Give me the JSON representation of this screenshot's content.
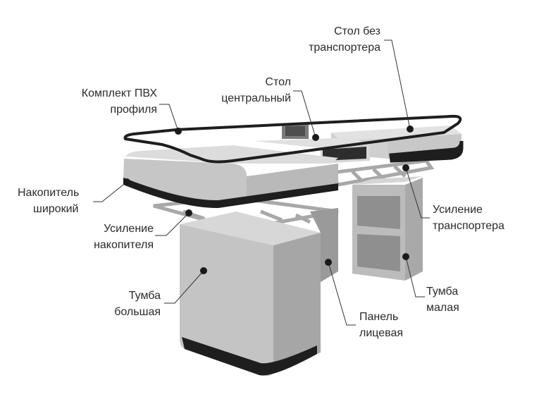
{
  "labels": {
    "table_no_conveyor": [
      "Стол без",
      "транспортера"
    ],
    "table_central": [
      "Стол",
      "центральный"
    ],
    "pvc_profile": [
      "Комплект ПВХ",
      "профиля"
    ],
    "accumulator_wide": [
      "Накопитель",
      "широкий"
    ],
    "accumulator_reinforcement": [
      "Усиление",
      "накопителя"
    ],
    "conveyor_reinforcement": [
      "Усиление",
      "транспортера"
    ],
    "cabinet_large": [
      "Тумба",
      "большая"
    ],
    "cabinet_small": [
      "Тумба",
      "малая"
    ],
    "front_panel": [
      "Панель",
      "лицевая"
    ]
  },
  "colors": {
    "metal_light": "#d9d9d9",
    "metal_mid": "#bdbdbd",
    "metal_dark": "#9e9e9e",
    "rubber": "#1e1e1e",
    "line": "#333333"
  }
}
